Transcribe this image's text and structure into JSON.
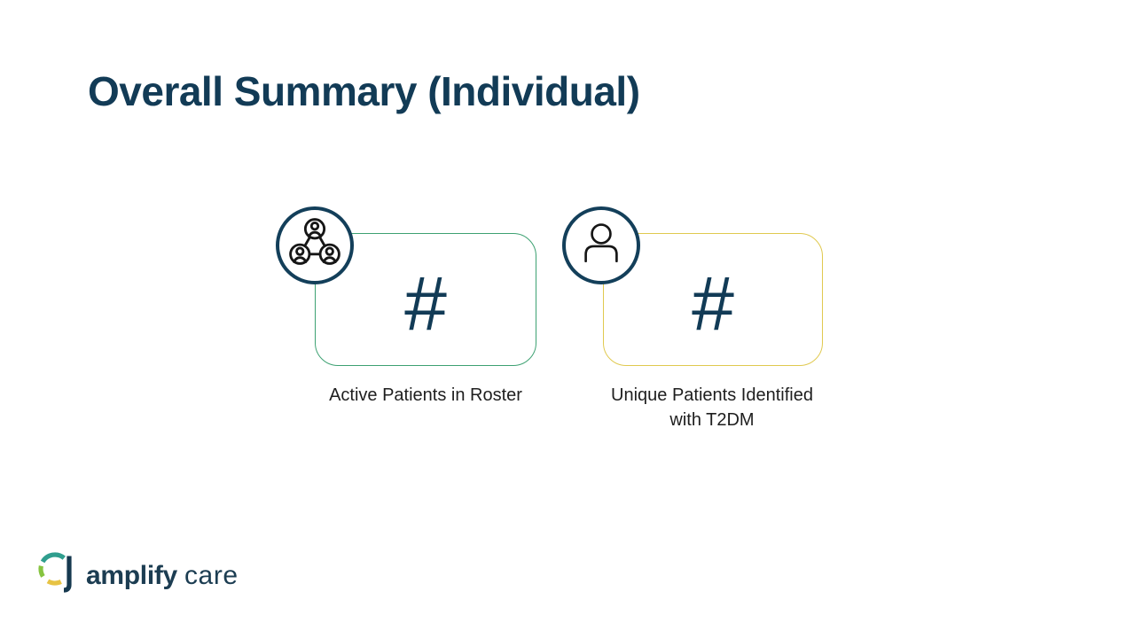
{
  "slide": {
    "title": "Overall Summary (Individual)",
    "background": "#ffffff"
  },
  "colors": {
    "navy": "#123b56",
    "badge_ring_navy": "#133f5a",
    "icon_line": "#161616",
    "label_text": "#1e1e1e",
    "card_green": "#3da172",
    "card_yellow": "#e0c94f",
    "logo_teal": "#2f9e8e",
    "logo_green": "#86c440",
    "logo_yellow": "#e7c344",
    "logo_navy": "#16394f"
  },
  "cards": [
    {
      "id": "active-patients",
      "icon": "people-network-icon",
      "accent": "#3da172",
      "value": "#",
      "label": "Active Patients in Roster"
    },
    {
      "id": "t2dm-patients",
      "icon": "person-icon",
      "accent": "#e0c94f",
      "value": "#",
      "label": "Unique Patients Identified with T2DM"
    }
  ],
  "logo": {
    "brand_bold": "amplify",
    "brand_light": "care"
  }
}
